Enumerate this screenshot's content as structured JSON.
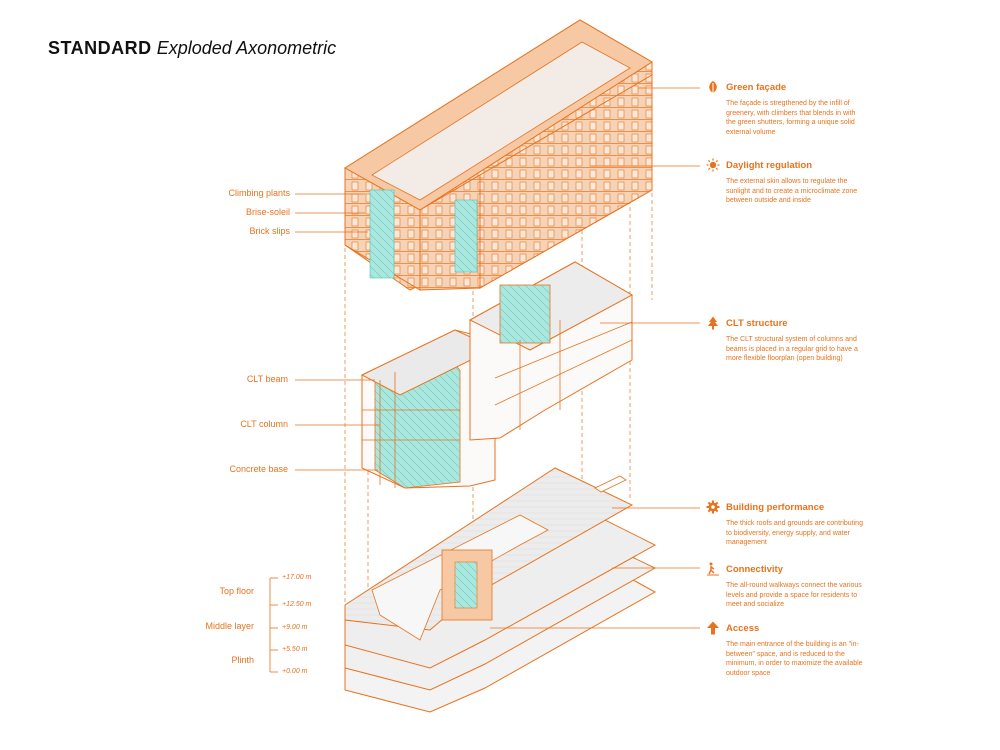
{
  "title": {
    "bold": "STANDARD",
    "italic": "Exploded Axonometric"
  },
  "left_labels": {
    "climbing_plants": "Climbing plants",
    "brise_soleil": "Brise-soleil",
    "brick_slips": "Brick slips",
    "clt_beam": "CLT beam",
    "clt_column": "CLT column",
    "concrete_base": "Concrete base"
  },
  "levels": {
    "top_floor": "Top floor",
    "middle_layer": "Middle layer",
    "plinth": "Plinth",
    "elevations": [
      "+17.00 m",
      "+12.50 m",
      "+9.00 m",
      "+5.50 m",
      "+0.00 m"
    ]
  },
  "features": [
    {
      "icon": "leaf-icon",
      "title": "Green façade",
      "desc": "The façade is stregthened by the infill of greenery, with climbers that blends in with the green shutters, forming a unique solid external volume"
    },
    {
      "icon": "sun-icon",
      "title": "Daylight regulation",
      "desc": "The external skin allows to regulate the sunlight and to create a microclimate zone between outside and inside"
    },
    {
      "icon": "tree-icon",
      "title": "CLT structure",
      "desc": "The CLT structural system of columns and beams is placed in a regular grid to have a more flexible floorplan (open building)"
    },
    {
      "icon": "gear-icon",
      "title": "Building performance",
      "desc": "The thick roofs and grounds are contributing to biodiversity, energy supply, and water management"
    },
    {
      "icon": "walker-icon",
      "title": "Connectivity",
      "desc": "The all-round walkways connect the various levels and provide a space for residents to meet and socialize"
    },
    {
      "icon": "arrow-up-icon",
      "title": "Access",
      "desc": "The main entrance of the building is an \"in-between\" space, and is reduced to the minimum, in order to maximize the available outdoor space"
    }
  ],
  "colors": {
    "accent": "#e8731e",
    "glass": "#9fe3dc",
    "slab": "#e7e7e7"
  }
}
